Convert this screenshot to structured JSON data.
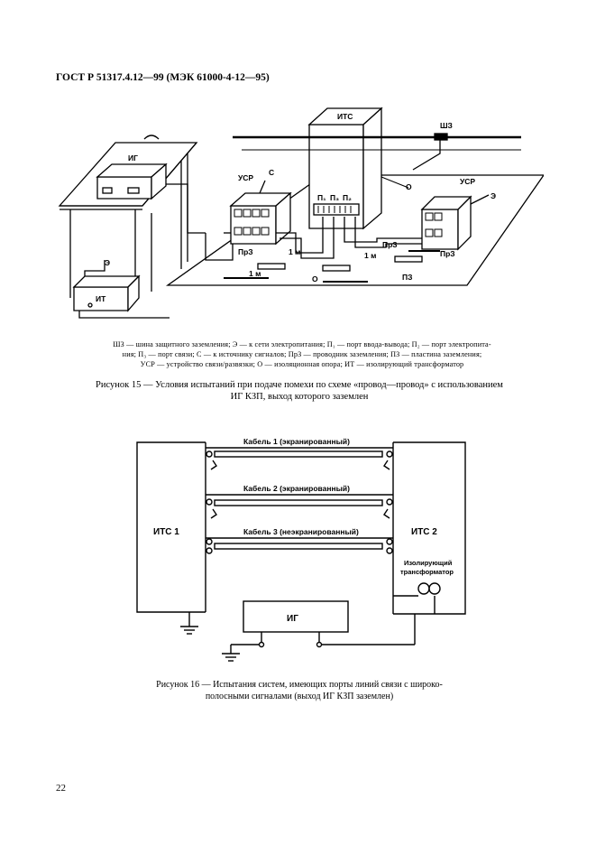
{
  "header": {
    "doc_title": "ГОСТ Р 51317.4.12—99 (МЭК 61000-4-12—95)"
  },
  "figure15": {
    "labels": {
      "its": "ИТС",
      "ig": "ИГ",
      "it": "ИТ",
      "ush": "ШЗ",
      "usr_left": "УСР",
      "usr_right": "УСР",
      "c": "С",
      "e_left": "Э",
      "e_right": "Э",
      "p1": "П₁",
      "p3": "П₃",
      "p2": "П₂",
      "o_top": "О",
      "o_bottom": "О",
      "prz_left": "ПрЗ",
      "prz_mid": "ПрЗ",
      "prz_right": "ПрЗ",
      "m1_a": "1 м",
      "m1_b": "1 м",
      "m1_c": "1 м",
      "pz": "ПЗ"
    },
    "legend_line1": "ШЗ — шина защитного заземления; Э — к сети электропитания; П₁ — порт ввода-вывода; П₂ — порт электропита-",
    "legend_line2": "ния; П₃ — порт связи; С — к источнику сигналов; ПрЗ — проводник заземления; ПЗ — пластина заземления;",
    "legend_line3": "УСР — устройство связи/развязки; О — изоляционная опора; ИТ — изолирующий трансформатор",
    "caption_line1": "Рисунок 15 — Условия испытаний при подаче помехи по схеме «провод—провод» с использованием",
    "caption_line2": "ИГ КЗП, выход которого заземлен"
  },
  "figure16": {
    "cable1": "Кабель 1 (экранированный)",
    "cable2": "Кабель 2 (экранированный)",
    "cable3": "Кабель 3 (неэкранированный)",
    "its1": "ИТС 1",
    "its2": "ИТС 2",
    "transformer_line1": "Изолирующий",
    "transformer_line2": "трансформатор",
    "ig": "ИГ",
    "caption_line1": "Рисунок 16 — Испытания систем, имеющих порты линий связи с широко-",
    "caption_line2": "полосными сигналами (выход ИГ КЗП заземлен)"
  },
  "footer": {
    "page_number": "22"
  }
}
